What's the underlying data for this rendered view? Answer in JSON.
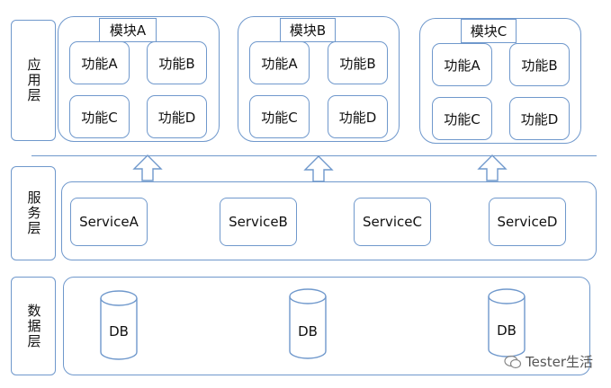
{
  "layers": {
    "app": "应用层",
    "service": "服务层",
    "data": "数据层"
  },
  "modules": [
    {
      "title": "模块A",
      "functions": [
        "功能A",
        "功能B",
        "功能C",
        "功能D"
      ]
    },
    {
      "title": "模块B",
      "functions": [
        "功能A",
        "功能B",
        "功能C",
        "功能D"
      ]
    },
    {
      "title": "模块C",
      "functions": [
        "功能A",
        "功能B",
        "功能C",
        "功能D"
      ]
    }
  ],
  "services": [
    "ServiceA",
    "ServiceB",
    "ServiceC",
    "ServiceD"
  ],
  "databases": [
    "DB",
    "DB",
    "DB"
  ],
  "watermark": "Tester生活",
  "colors": {
    "border": "#6f98cc"
  }
}
